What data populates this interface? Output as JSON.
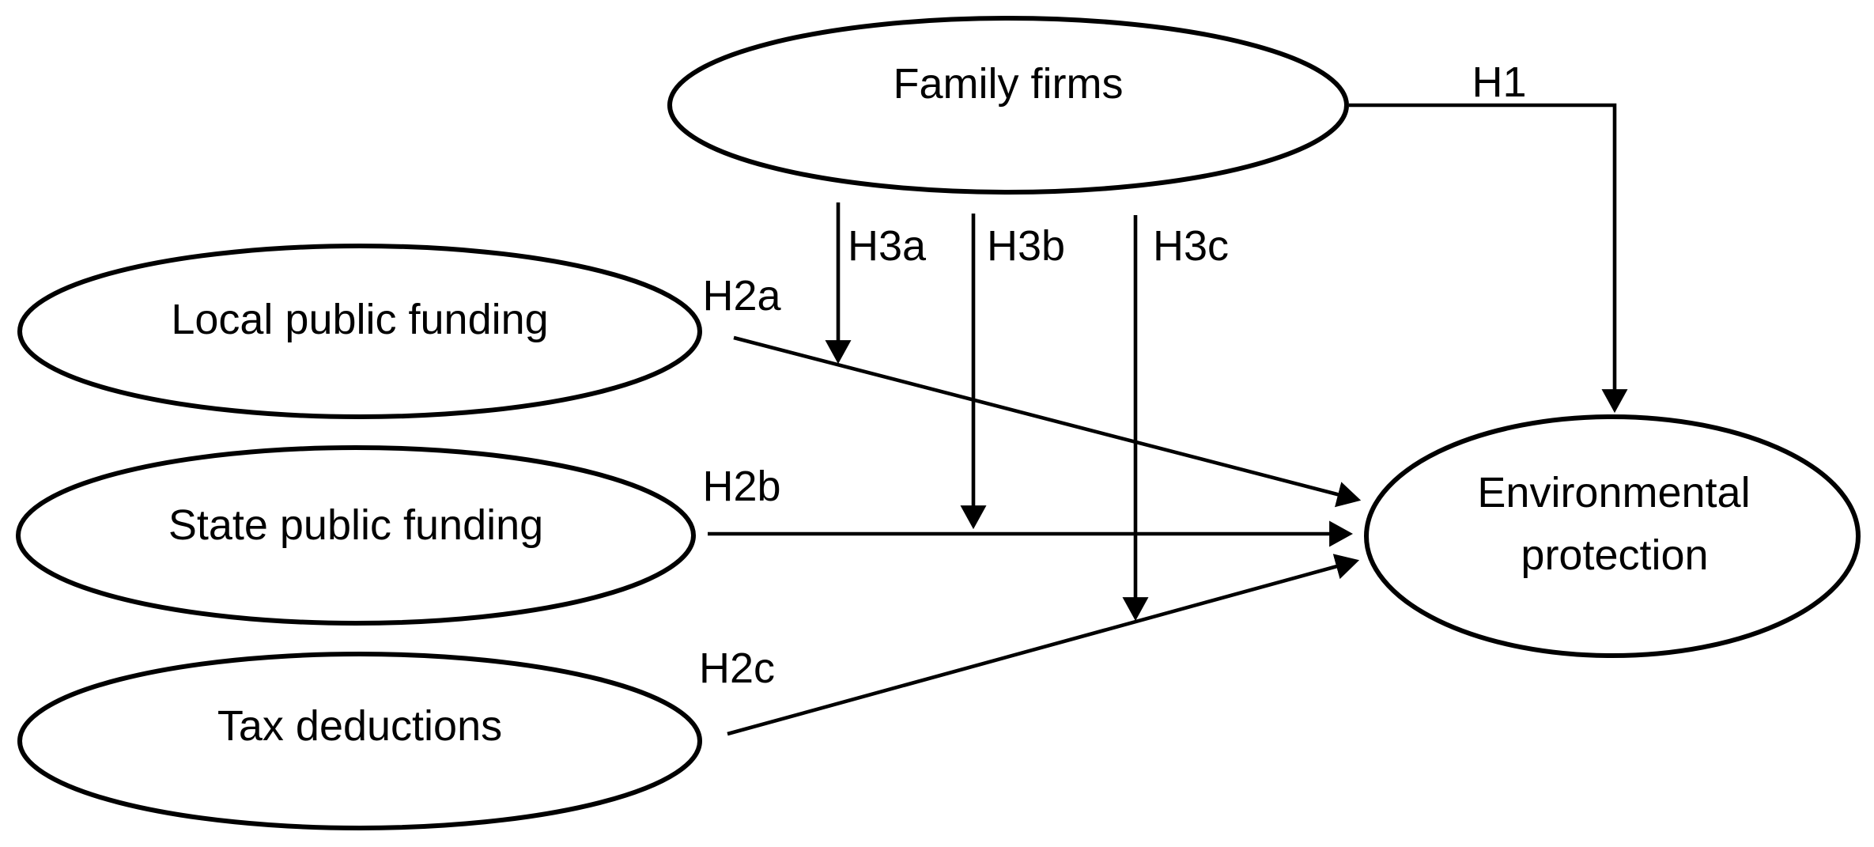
{
  "page": {
    "background": "#ffffff",
    "ink": "#000000",
    "description": "Hypothesis model diagram linking funding constructs and family firms to environmental protection"
  },
  "diagram": {
    "nodes": {
      "family_firms": {
        "label": "Family firms",
        "shape": "ellipse"
      },
      "local_public_funding": {
        "label": "Local public funding",
        "shape": "ellipse"
      },
      "state_public_funding": {
        "label": "State public funding",
        "shape": "ellipse"
      },
      "tax_deductions": {
        "label": "Tax deductions",
        "shape": "ellipse"
      },
      "environmental_protection": {
        "label": "Environmental protection",
        "label_line1": "Environmental",
        "label_line2": "protection",
        "shape": "ellipse"
      }
    },
    "hypotheses": {
      "h1": {
        "label": "H1",
        "from": "family_firms",
        "to": "environmental_protection"
      },
      "h2a": {
        "label": "H2a",
        "from": "local_public_funding",
        "to": "environmental_protection"
      },
      "h2b": {
        "label": "H2b",
        "from": "state_public_funding",
        "to": "environmental_protection"
      },
      "h2c": {
        "label": "H2c",
        "from": "tax_deductions",
        "to": "environmental_protection"
      },
      "h3a": {
        "label": "H3a",
        "from": "family_firms",
        "to": "h2a"
      },
      "h3b": {
        "label": "H3b",
        "from": "family_firms",
        "to": "h2b"
      },
      "h3c": {
        "label": "H3c",
        "from": "family_firms",
        "to": "h2c"
      }
    }
  }
}
